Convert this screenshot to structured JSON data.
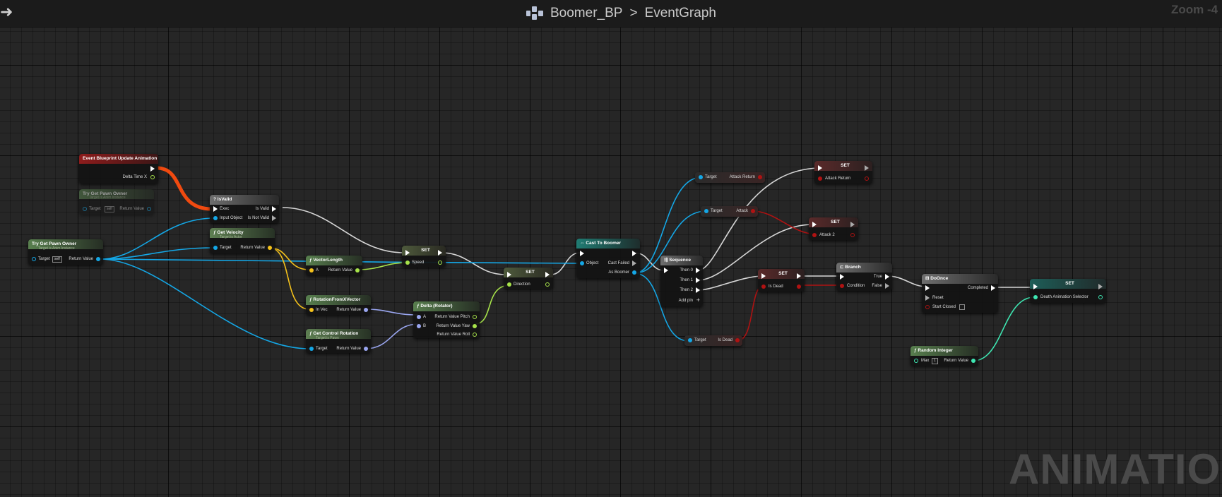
{
  "breadcrumb": {
    "blueprint": "Boomer_BP",
    "separator": ">",
    "graph": "EventGraph"
  },
  "zoom": "Zoom -4",
  "watermark": "ANIMATION",
  "icons": {
    "back": "back-arrow-icon",
    "blueprint": "blueprint-icon"
  },
  "nodes": {
    "event_update": {
      "title": "Event Blueprint Update Animation",
      "pin_delta": "Delta Time X"
    },
    "try_get_owner_faded": {
      "title": "Try Get Pawn Owner",
      "sub": "Target is Anim Instance",
      "pin_target": "Target",
      "self": "self",
      "pin_return": "Return Value"
    },
    "try_get_owner": {
      "title": "Try Get Pawn Owner",
      "sub": "Target is Anim Instance",
      "pin_target": "Target",
      "self": "self",
      "pin_return": "Return Value"
    },
    "is_valid": {
      "title": "IsValid",
      "pin_exec": "Exec",
      "pin_input": "Input Object",
      "pin_valid": "Is Valid",
      "pin_not_valid": "Is Not Valid"
    },
    "get_velocity": {
      "title": "Get Velocity",
      "sub": "Target is Actor",
      "pin_target": "Target",
      "pin_return": "Return Value"
    },
    "vector_length": {
      "title": "VectorLength",
      "pin_a": "A",
      "pin_return": "Return Value"
    },
    "rotation_from_x": {
      "title": "RotationFromXVector",
      "pin_in": "In Vec",
      "pin_return": "Return Value"
    },
    "get_control_rotation": {
      "title": "Get Control Rotation",
      "sub": "Target is Pawn",
      "pin_target": "Target",
      "pin_return": "Return Value"
    },
    "set_speed": {
      "title": "SET",
      "pin": "Speed"
    },
    "delta_rotator": {
      "title": "Delta (Rotator)",
      "pin_a": "A",
      "pin_b": "B",
      "pin_pitch": "Return Value Pitch",
      "pin_yaw": "Return Value Yaw",
      "pin_roll": "Return Value Roll"
    },
    "set_direction": {
      "title": "SET",
      "pin": "Direction"
    },
    "cast_boomer": {
      "title": "Cast To Boomer",
      "pin_object": "Object",
      "pin_failed": "Cast Failed",
      "pin_as": "As Boomer"
    },
    "sequence": {
      "title": "Sequence",
      "then0": "Then 0",
      "then1": "Then 1",
      "then2": "Then 2",
      "add_pin": "Add pin"
    },
    "get_attack_return": {
      "pin_target": "Target",
      "pin_value": "Attack Return"
    },
    "get_attack": {
      "pin_target": "Target",
      "pin_value": "Attack"
    },
    "get_is_dead": {
      "pin_target": "Target",
      "pin_value": "Is Dead"
    },
    "set_attack_return": {
      "title": "SET",
      "pin": "Attack Return"
    },
    "set_attack2": {
      "title": "SET",
      "pin": "Attack 2"
    },
    "set_is_dead": {
      "title": "SET",
      "pin": "Is Dead"
    },
    "branch": {
      "title": "Branch",
      "pin_condition": "Condition",
      "pin_true": "True",
      "pin_false": "False"
    },
    "do_once": {
      "title": "DoOnce",
      "pin_completed": "Completed",
      "pin_reset": "Reset",
      "pin_start_closed": "Start Closed"
    },
    "set_death": {
      "title": "SET",
      "pin": "Death Animation Selector"
    },
    "random_integer": {
      "title": "Random Integer",
      "pin_max": "Max",
      "max_value": "1",
      "pin_return": "Return Value"
    }
  },
  "colors": {
    "object_pin": "#14a7e6",
    "exec_wire": "#d8d8d8",
    "vector_pin": "#f5c21b",
    "float_pin": "#a7e34a",
    "rotator_pin": "#9aa6f0",
    "bool_pin": "#b01212",
    "integer_pin": "#3ee6b2",
    "highlighted_wire": "#f04a10"
  }
}
